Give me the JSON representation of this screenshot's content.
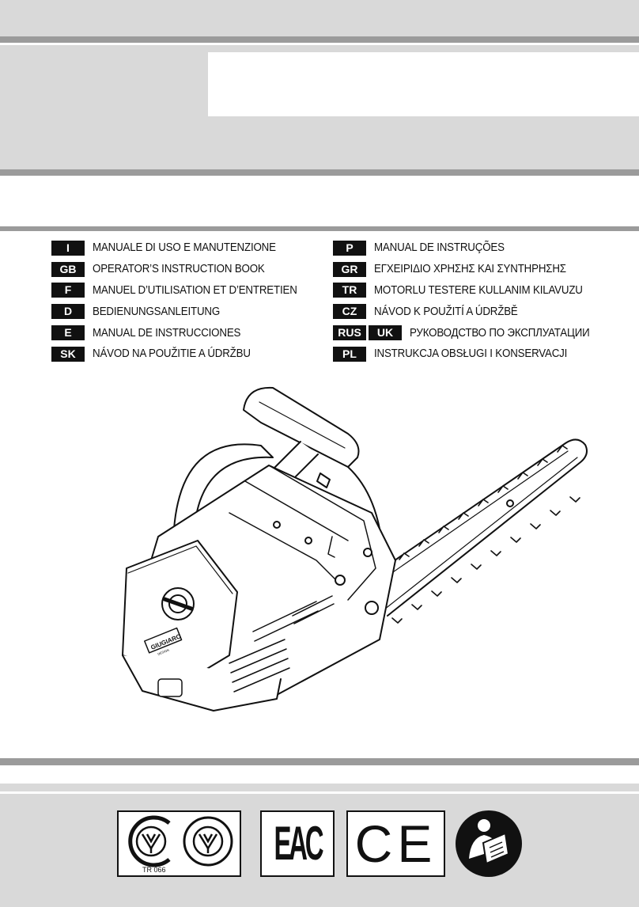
{
  "languages_left": [
    {
      "code": "I",
      "label": "MANUALE DI USO E MANUTENZIONE"
    },
    {
      "code": "GB",
      "label": "OPERATOR’S INSTRUCTION BOOK"
    },
    {
      "code": "F",
      "label": "MANUEL D’UTILISATION ET D’ENTRETIEN"
    },
    {
      "code": "D",
      "label": "BEDIENUNGSANLEITUNG"
    },
    {
      "code": "E",
      "label": "MANUAL DE INSTRUCCIONES"
    },
    {
      "code": "SK",
      "label": "NÁVOD NA POUŽITIE A ÚDRŽBU"
    }
  ],
  "languages_right": [
    {
      "code": "P",
      "label": "MANUAL DE INSTRUÇÕES"
    },
    {
      "code": "GR",
      "label": "ΕΓΧΕΙΡΙΔΙΟ ΧΡΗΣΗΣ ΚΑΙ ΣΥΝΤΗΡΗΣΗΣ"
    },
    {
      "code": "TR",
      "label": "MOTORLU TESTERE KULLANIM KILAVUZU"
    },
    {
      "code": "CZ",
      "label": "NÁVOD K POUŽITÍ A ÚDRŽBĚ"
    },
    {
      "code": "RUS",
      "code2": "UK",
      "label": "РУКОВОДСТВО ПО ЭКСПЛУАТАЦИИ"
    },
    {
      "code": "PL",
      "label": "INSTRUKCJA OBSŁUGI I KONSERVACJI"
    }
  ],
  "brand_plate": "GIUGIARO",
  "brand_plate_sub": "DESIGN",
  "certifications": {
    "ukr_mark_caption": "TR 066",
    "eac_label": "EAC",
    "ce_label": "CE",
    "read_manual_icon": "read-manual-icon"
  }
}
